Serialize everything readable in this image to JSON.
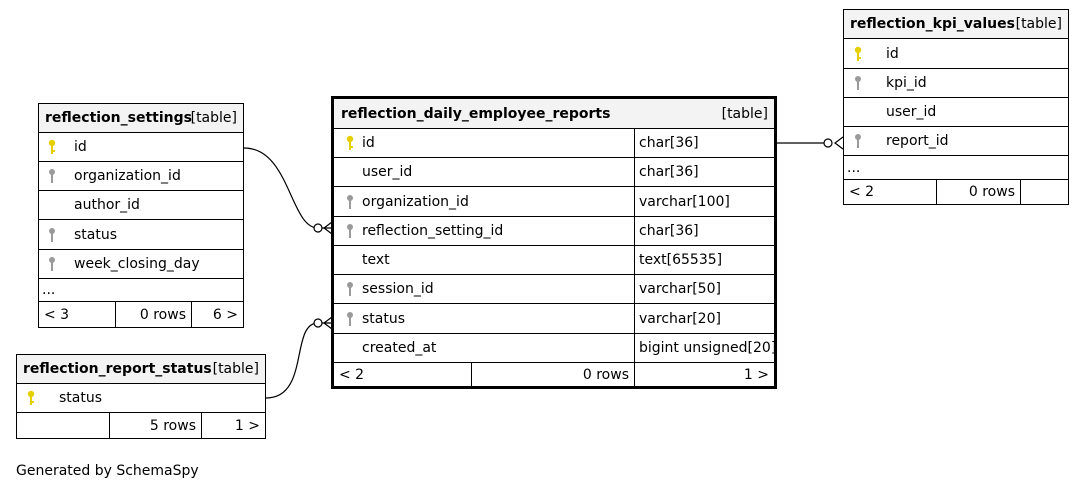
{
  "credit": "Generated by SchemaSpy",
  "kind_label": "[table]",
  "tables": {
    "settings": {
      "name": "reflection_settings",
      "columns": [
        "id",
        "organization_id",
        "author_id",
        "status",
        "week_closing_day"
      ],
      "ellipsis": "...",
      "footer": [
        "< 3",
        "0 rows",
        "6 >"
      ]
    },
    "status": {
      "name": "reflection_report_status",
      "columns": [
        "status"
      ],
      "footer": [
        "",
        "5 rows",
        "1 >"
      ]
    },
    "reports": {
      "name": "reflection_daily_employee_reports",
      "columns": [
        {
          "name": "id",
          "type": "char[36]"
        },
        {
          "name": "user_id",
          "type": "char[36]"
        },
        {
          "name": "organization_id",
          "type": "varchar[100]"
        },
        {
          "name": "reflection_setting_id",
          "type": "char[36]"
        },
        {
          "name": "text",
          "type": "text[65535]"
        },
        {
          "name": "session_id",
          "type": "varchar[50]"
        },
        {
          "name": "status",
          "type": "varchar[20]"
        },
        {
          "name": "created_at",
          "type": "bigint unsigned[20]"
        }
      ],
      "footer": [
        "< 2",
        "0 rows",
        "1 >"
      ]
    },
    "kpi": {
      "name": "reflection_kpi_values",
      "columns": [
        "id",
        "kpi_id",
        "user_id",
        "report_id"
      ],
      "ellipsis": "...",
      "footer": [
        "< 2",
        "0 rows",
        ""
      ]
    }
  },
  "colors": {
    "primary_key": "#e6cf00",
    "foreign_key": "#9a9a9a",
    "header_bg": "#f3f3f3"
  }
}
